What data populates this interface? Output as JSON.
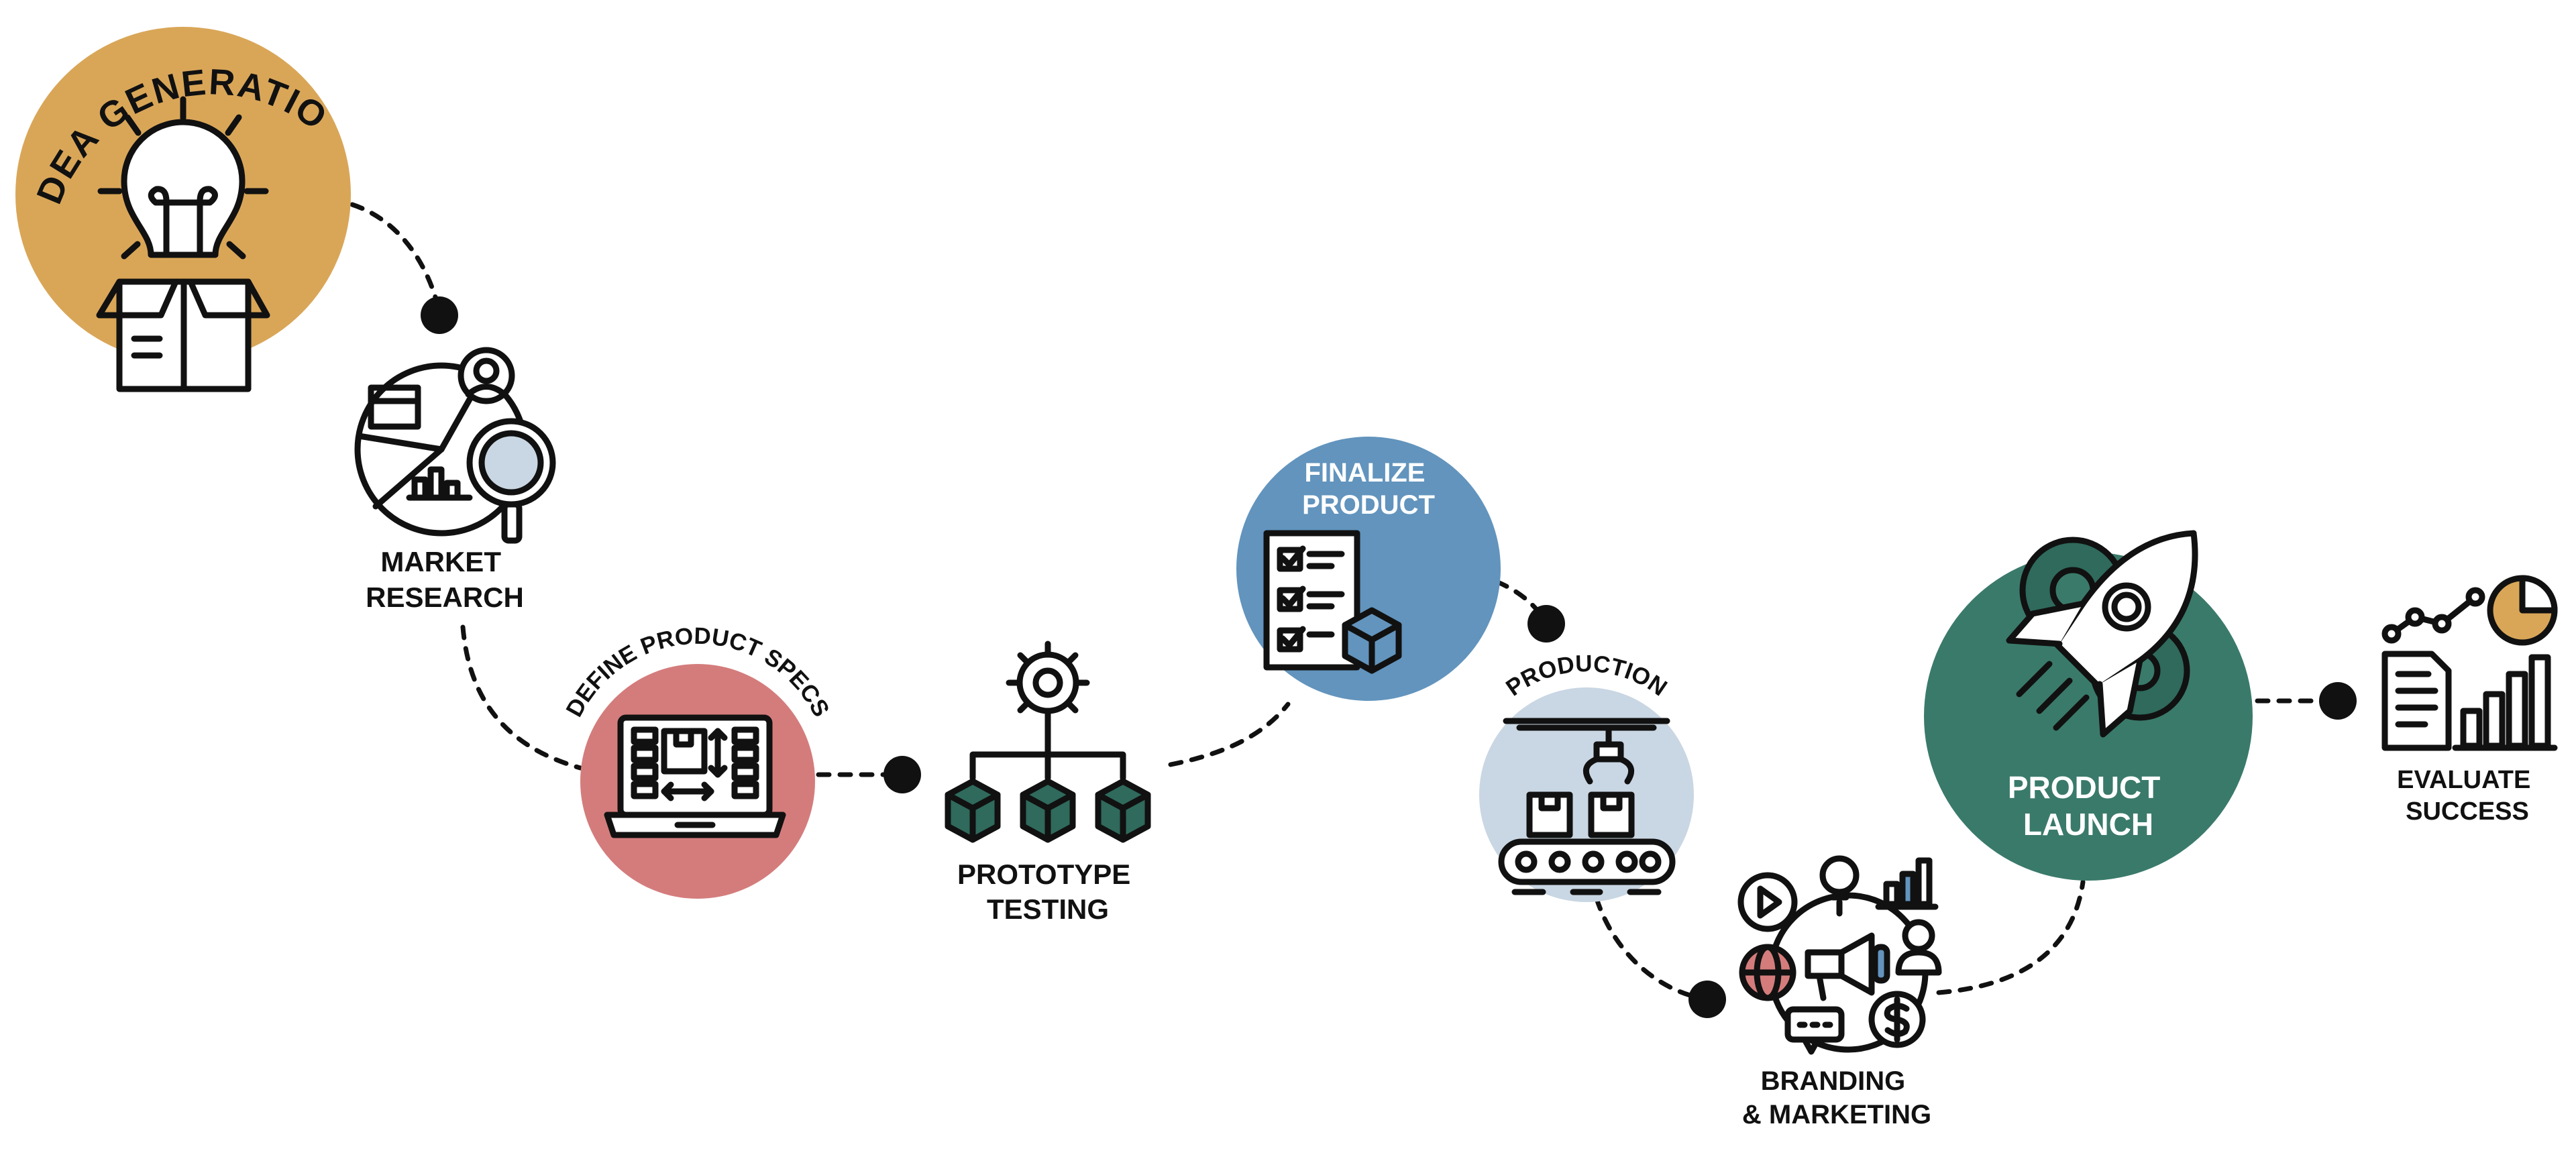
{
  "colors": {
    "idea": "#D9A658",
    "specs": "#D47C7C",
    "finalize": "#6294BD",
    "production": "#C9D6E3",
    "launch": "#3A7A6A",
    "icon_green": "#2F6A5C",
    "ink": "#111111"
  },
  "steps": {
    "idea_generation": {
      "label": "IDEA GENERATION",
      "icon": "lightbulb-box-icon"
    },
    "market_research": {
      "line1": "MARKET",
      "line2": "RESEARCH",
      "icon": "market-research-icon"
    },
    "define_specs": {
      "label": "DEFINE PRODUCT SPECS",
      "icon": "laptop-blueprint-icon"
    },
    "prototype_testing": {
      "line1": "PROTOTYPE",
      "line2": "TESTING",
      "icon": "gear-hierarchy-icon"
    },
    "finalize_product": {
      "line1": "FINALIZE",
      "line2": "PRODUCT",
      "icon": "checklist-box-icon"
    },
    "production": {
      "label": "PRODUCTION",
      "icon": "conveyor-robot-icon"
    },
    "branding_marketing": {
      "line1": "BRANDING",
      "line2": "& MARKETING",
      "icon": "marketing-cluster-icon"
    },
    "product_launch": {
      "line1": "PRODUCT",
      "line2": "LAUNCH",
      "icon": "rocket-gears-icon"
    },
    "evaluate_success": {
      "line1": "EVALUATE",
      "line2": "SUCCESS",
      "icon": "report-charts-icon"
    }
  }
}
